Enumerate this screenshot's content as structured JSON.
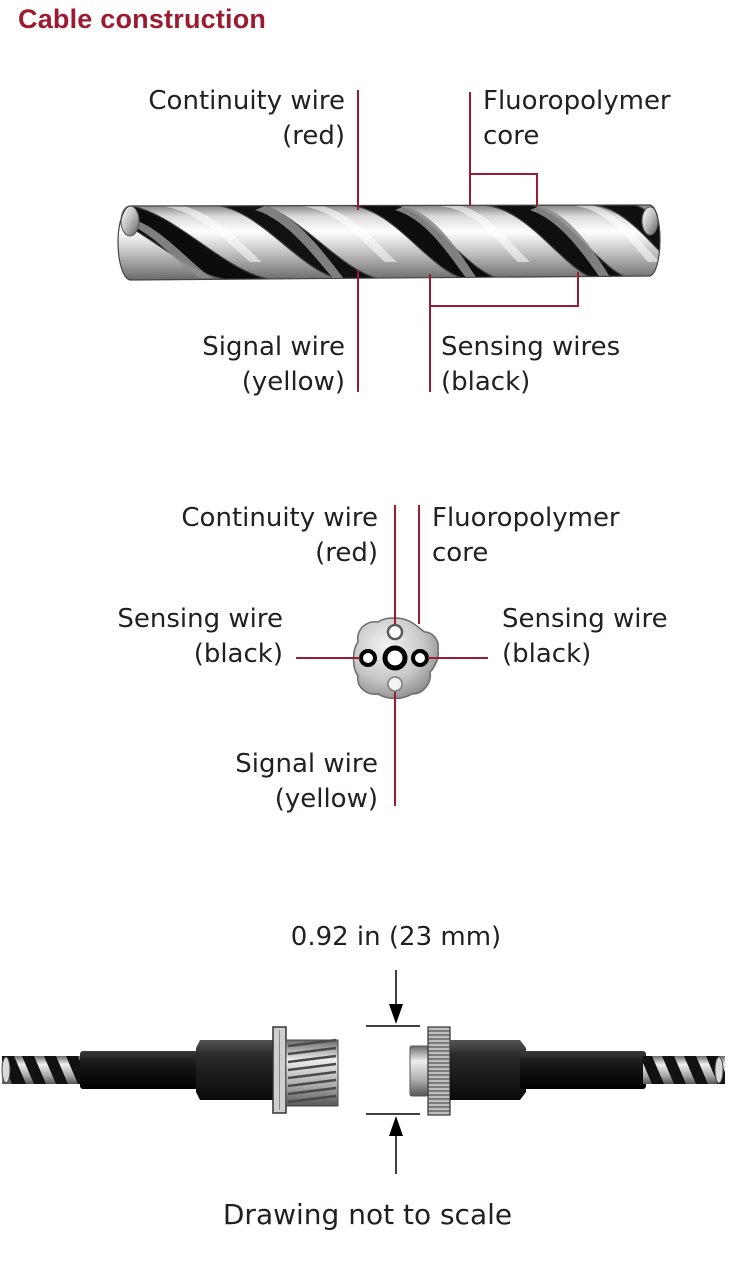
{
  "title": "Cable construction",
  "colors": {
    "title": "#9b1b30",
    "leader": "#9b1b30",
    "text": "#231f20"
  },
  "side_view": {
    "continuity": {
      "line1": "Continuity wire",
      "line2": "(red)"
    },
    "core": {
      "line1": "Fluoropolymer",
      "line2": "core"
    },
    "signal": {
      "line1": "Signal wire",
      "line2": "(yellow)"
    },
    "sensing": {
      "line1": "Sensing wires",
      "line2": "(black)"
    }
  },
  "cross_section": {
    "continuity": {
      "line1": "Continuity wire",
      "line2": "(red)"
    },
    "core": {
      "line1": "Fluoropolymer",
      "line2": "core"
    },
    "sensing_left": {
      "line1": "Sensing wire",
      "line2": "(black)"
    },
    "sensing_right": {
      "line1": "Sensing wire",
      "line2": "(black)"
    },
    "signal": {
      "line1": "Signal wire",
      "line2": "(yellow)"
    }
  },
  "connector": {
    "dimension": "0.92 in (23 mm)",
    "note": "Drawing not to scale"
  }
}
